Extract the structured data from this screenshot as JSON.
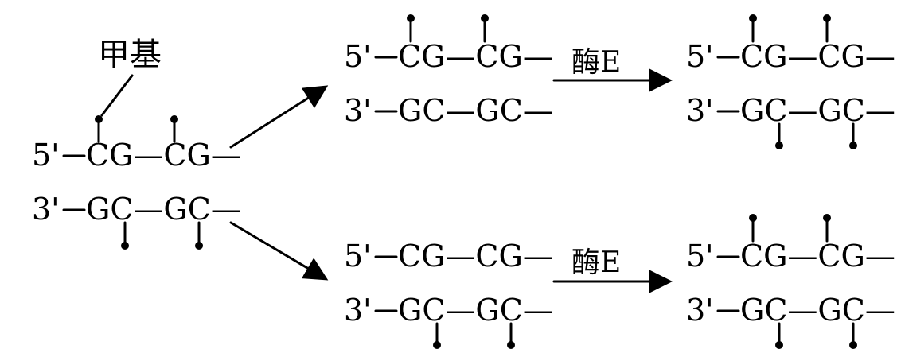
{
  "methyl_label": "甲基",
  "enzyme_label": "酶E",
  "strand_top": {
    "prime": "5'",
    "seq": "CG—CG—"
  },
  "strand_bottom": {
    "prime": "3'",
    "seq": "GC—GC—"
  },
  "colors": {
    "ink": "#000000",
    "background": "#ffffff"
  }
}
